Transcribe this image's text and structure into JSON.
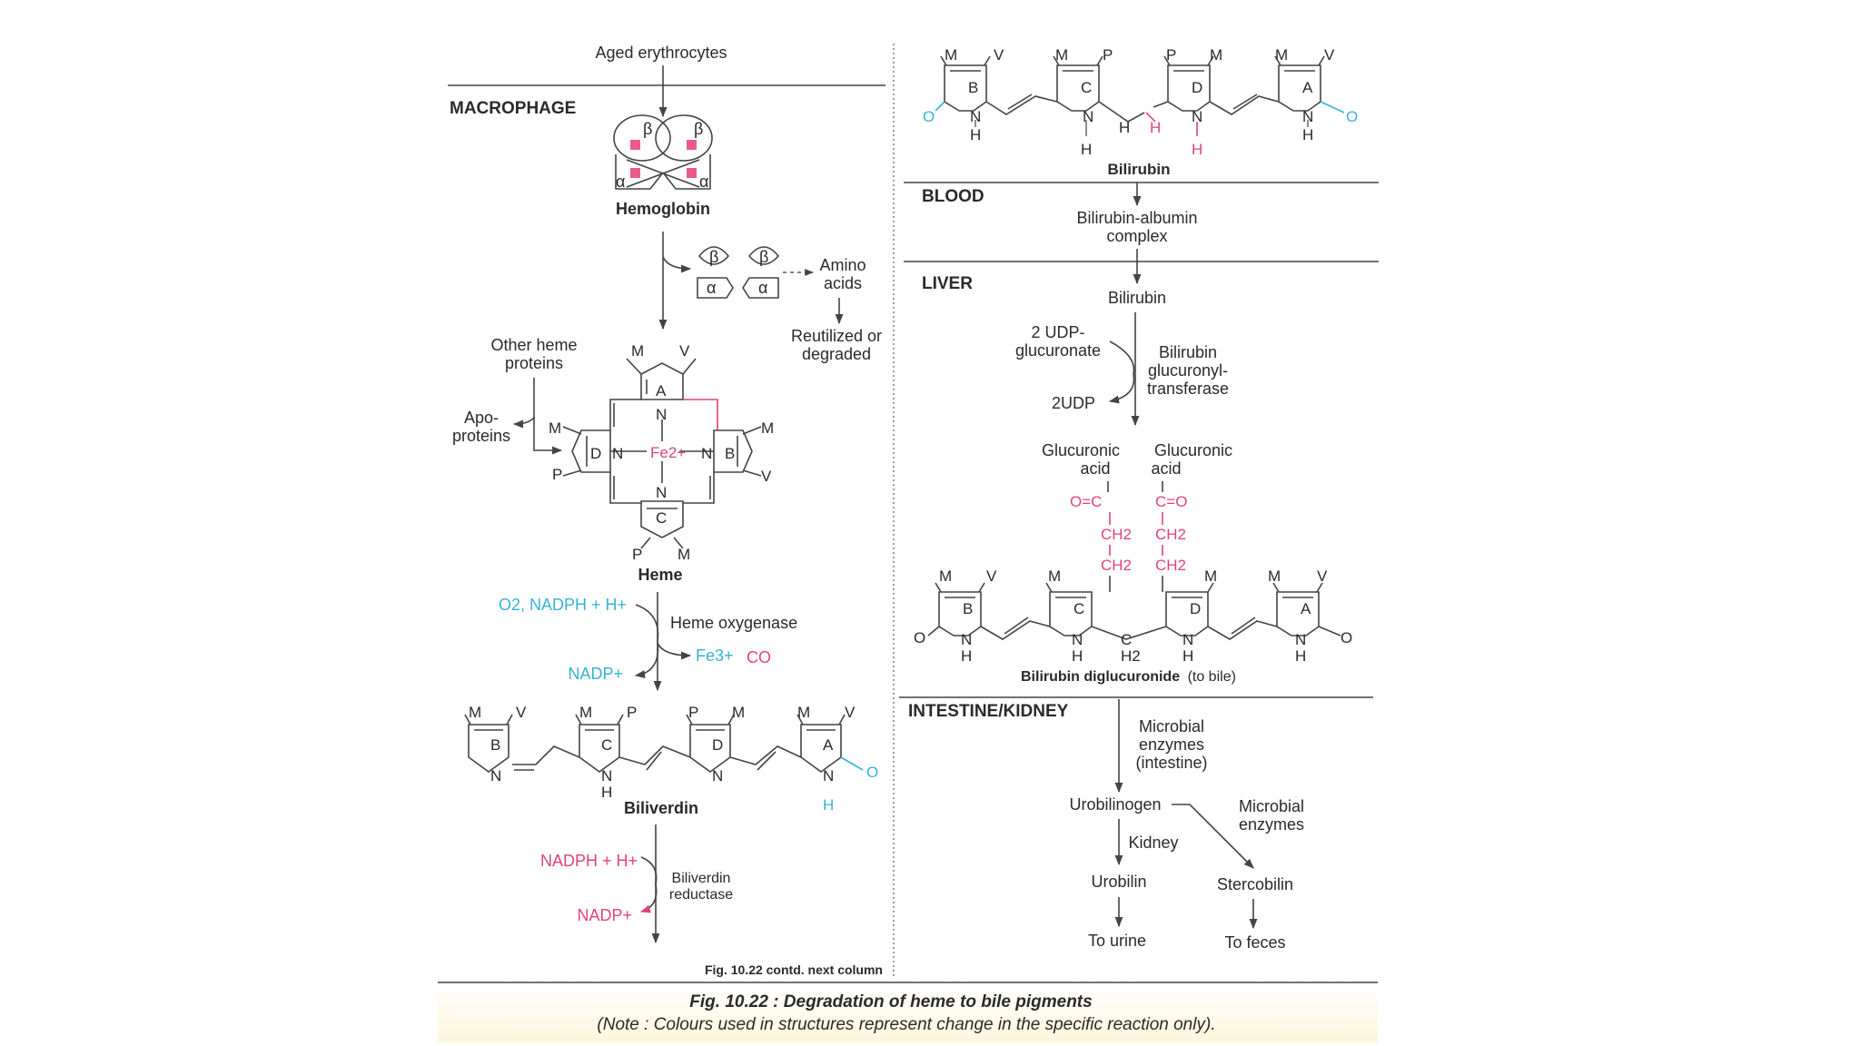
{
  "sections": {
    "macrophage": "MACROPHAGE",
    "blood": "BLOOD",
    "liver": "LIVER",
    "intestine": "INTESTINE/KIDNEY"
  },
  "left": {
    "aged": "Aged erythrocytes",
    "hemoglobin": "Hemoglobin",
    "amino1": "Amino",
    "amino2": "acids",
    "reut1": "Reutilized or",
    "reut2": "degraded",
    "other1": "Other heme",
    "other2": "proteins",
    "apo1": "Apo-",
    "apo2": "proteins",
    "heme": "Heme",
    "o2nadph": "O2, NADPH + H+",
    "hemeox": "Heme oxygenase",
    "nadp1": "NADP+",
    "fe3": "Fe3+",
    "co": "CO",
    "biliverdin": "Biliverdin",
    "nadph2": "NADPH + H+",
    "nadp2": "NADP+",
    "bvr1": "Biliverdin",
    "bvr2": "reductase",
    "contd": "Fig. 10.22 contd. next column"
  },
  "right": {
    "bilirubin_top": "Bilirubin",
    "bac1": "Bilirubin-albumin",
    "bac2": "complex",
    "bilirubin_liver": "Bilirubin",
    "udpg1": "2 UDP-",
    "udpg2": "glucuronate",
    "udp": "2UDP",
    "enz1": "Bilirubin",
    "enz2": "glucuronyl-",
    "enz3": "transferase",
    "gluc_l1": "Glucuronic",
    "gluc_l2": "acid",
    "gluc_r1": "Glucuronic",
    "gluc_r2": "acid",
    "diglu_bold": "Bilirubin diglucuronide",
    "diglu_note": "(to bile)",
    "micro1": "Microbial",
    "micro2": "enzymes",
    "micro3": "(intestine)",
    "urobilinogen": "Urobilinogen",
    "micro_r1": "Microbial",
    "micro_r2": "enzymes",
    "kidney": "Kidney",
    "urobilin": "Urobilin",
    "stercobilin": "Stercobilin",
    "urine": "To urine",
    "feces": "To feces"
  },
  "caption": {
    "title": "Fig. 10.22 : Degradation of heme to bile pigments",
    "note": "(Note : Colours used in structures represent change in the specific reaction only)."
  },
  "atoms": {
    "M": "M",
    "V": "V",
    "P": "P",
    "N": "N",
    "H": "H",
    "O": "O",
    "A": "A",
    "B": "B",
    "C": "C",
    "D": "D",
    "alpha": "α",
    "beta": "β",
    "fe": "Fe2+",
    "ch2": "CH2",
    "h2": "H2",
    "oc": "O=C",
    "co2": "C=O"
  },
  "colors": {
    "accent_pink": "#e0437a",
    "accent_cyan": "#37b3d6"
  }
}
